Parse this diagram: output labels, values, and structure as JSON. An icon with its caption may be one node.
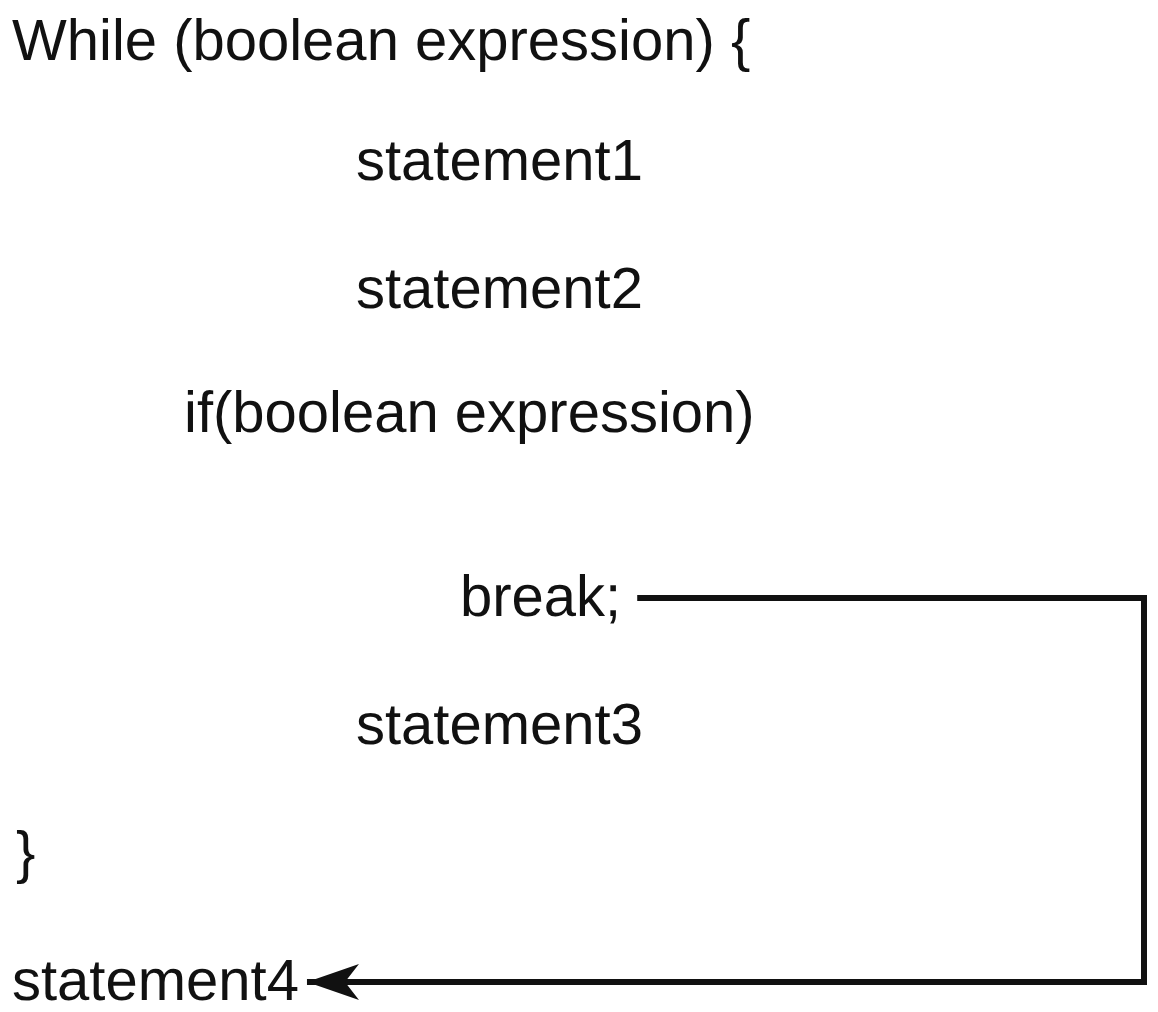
{
  "diagram": {
    "nodes": [
      {
        "text": [
          "break;"
        ]
      },
      {
        "text": [
          "statement4"
        ]
      }
    ],
    "edges": [
      {
        "from": 0,
        "to": 1,
        "arrow": "to"
      }
    ],
    "labels": [
      "While (boolean expression) {",
      "statement1",
      "statement2",
      "if(boolean expression)",
      "statement3",
      "}"
    ]
  }
}
